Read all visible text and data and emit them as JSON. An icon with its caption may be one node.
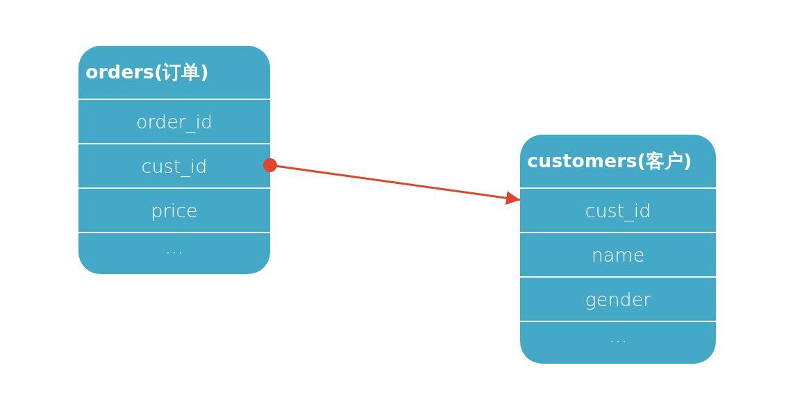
{
  "diagram": {
    "nodes": [
      {
        "text": [
          "orders(订单)"
        ]
      },
      {
        "text": [
          "order_id"
        ],
        "in": 0
      },
      {
        "text": [
          "cust_id"
        ],
        "in": 0
      },
      {
        "text": [
          "price"
        ],
        "in": 0
      },
      {
        "text": [
          "…"
        ],
        "in": 0
      },
      {
        "text": [
          "customers(客户)"
        ]
      },
      {
        "text": [
          "cust_id"
        ],
        "in": 5
      },
      {
        "text": [
          "name"
        ],
        "in": 5
      },
      {
        "text": [
          "gender"
        ],
        "in": 5
      },
      {
        "text": [
          "…"
        ],
        "in": 5
      }
    ],
    "edges": [
      {
        "from": 2,
        "to": 6,
        "arrow": "to",
        "color": "#e0452c"
      }
    ]
  }
}
